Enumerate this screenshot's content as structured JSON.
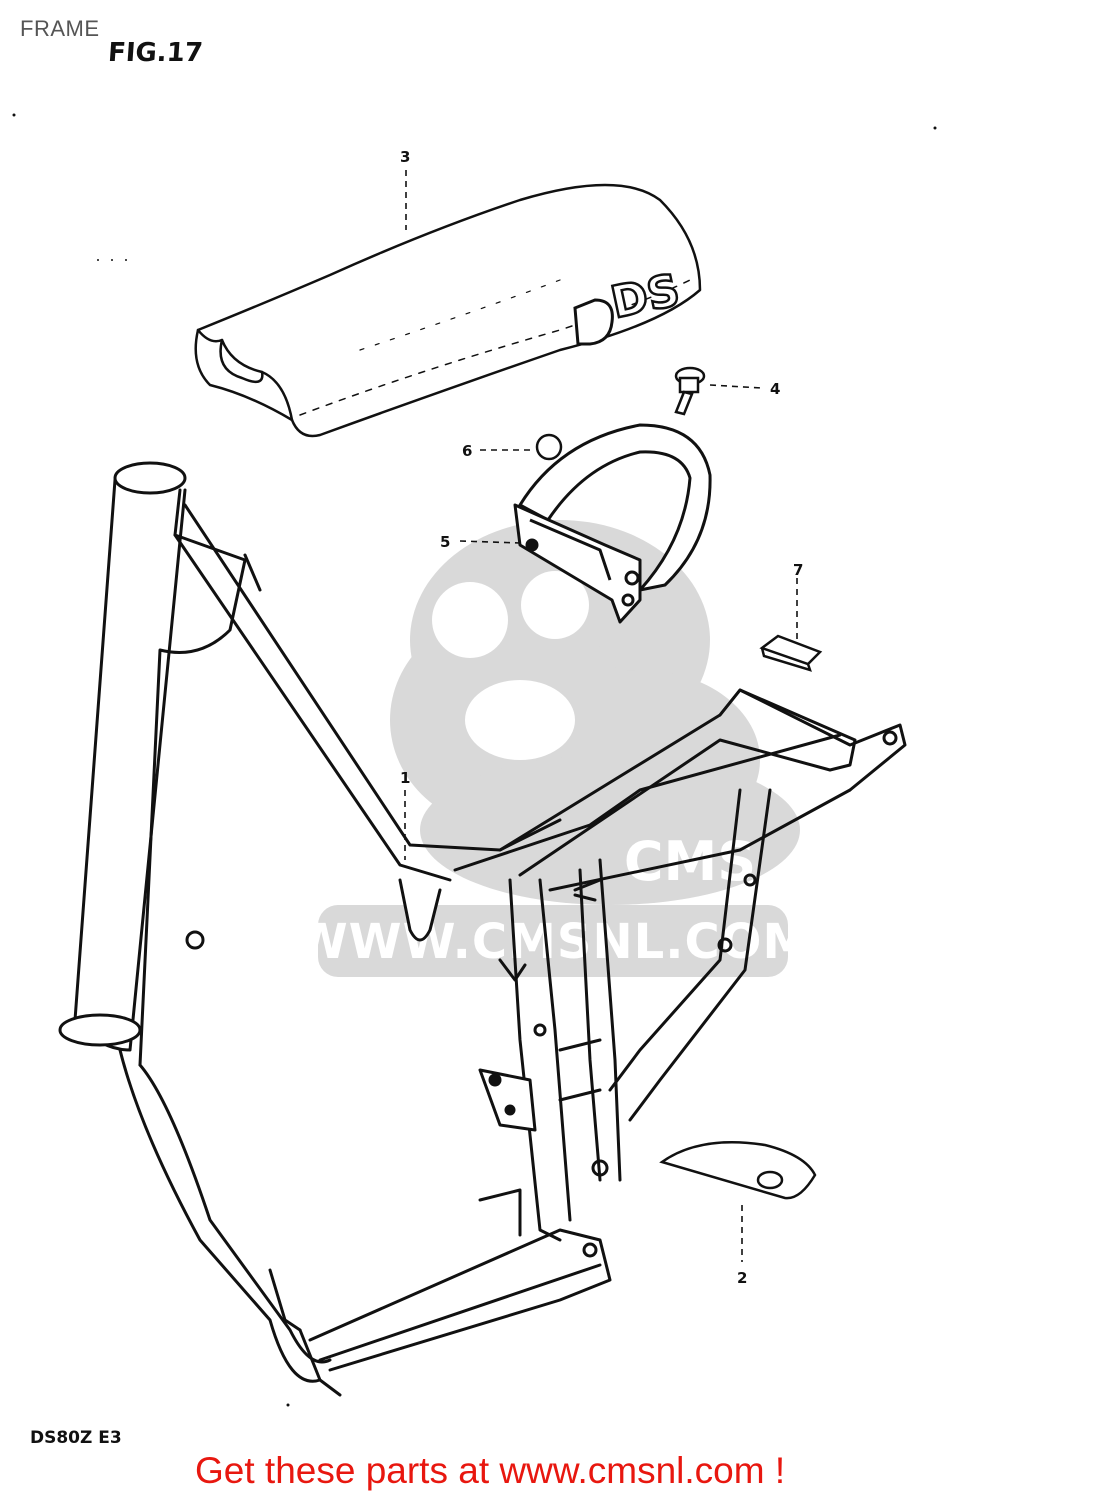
{
  "header": {
    "title": "FRAME",
    "figure": "FIG.17"
  },
  "callouts": [
    {
      "id": "1"
    },
    {
      "id": "2"
    },
    {
      "id": "3"
    },
    {
      "id": "4"
    },
    {
      "id": "5"
    },
    {
      "id": "6"
    },
    {
      "id": "7"
    }
  ],
  "watermark": {
    "text": "WWW.CMSNL.COM",
    "logo_text": "CMS"
  },
  "footer": {
    "model_code": "DS80Z E3",
    "promo": "Get these parts at www.cmsnl.com !"
  },
  "seat_badge": "DS",
  "colors": {
    "promo_red": "#e8170f",
    "watermark_gray": "#d9d9d9",
    "line": "#111111"
  }
}
